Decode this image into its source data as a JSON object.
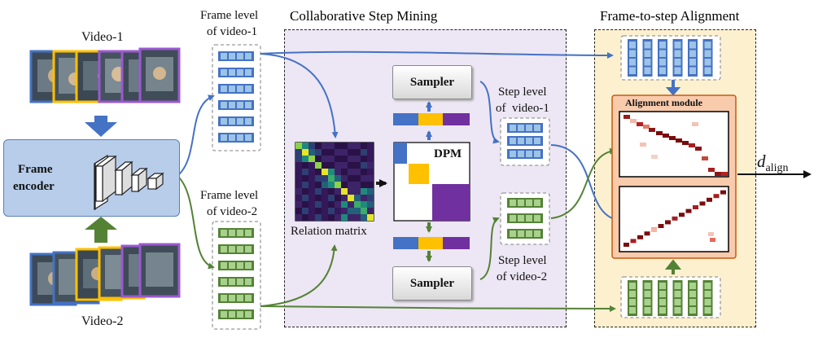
{
  "titles": {
    "collaborative": "Collaborative Step Mining",
    "alignment": "Frame-to-step Alignment"
  },
  "inputs": {
    "video1": "Video-1",
    "video2": "Video-2"
  },
  "encoder": {
    "line1": "Frame",
    "line2": "encoder"
  },
  "frame_level": {
    "v1_line1": "Frame level",
    "v1_line2": "of video-1",
    "v2_line1": "Frame level",
    "v2_line2": "of video-2"
  },
  "mining": {
    "relation_matrix": "Relation matrix",
    "dpm": "DPM",
    "sampler_top": "Sampler",
    "sampler_bottom": "Sampler"
  },
  "step_level": {
    "v1_line1": "Step level",
    "v1_line2": "of  video-1",
    "v2_line1": "Step level",
    "v2_line2": "of video-2"
  },
  "alignment": {
    "module": "Alignment module",
    "output_symbol": "d",
    "output_sub": "align"
  },
  "colors": {
    "blue": "#4472c4",
    "blue_light": "#9dc3e6",
    "green": "#548235",
    "green_light": "#a9d18e",
    "yellow": "#ffc000",
    "purple": "#7030a0",
    "encoder_fill": "#b7cdea",
    "mining_bg": "#ede6f4",
    "align_bg": "#fdf0cf",
    "module_bg": "#f8cbad",
    "heat_dark": "#7b0c0c"
  }
}
